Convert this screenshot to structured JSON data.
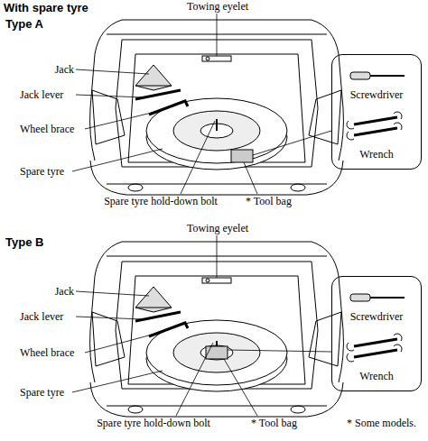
{
  "diagram": {
    "title": "With spare tyre",
    "nodes": [
      {
        "text": [
          "Screwdriver",
          "Wrench"
        ]
      },
      {
        "text": [
          "Screwdriver",
          "Wrench"
        ]
      }
    ],
    "edges": [],
    "labels": [
      "Type A",
      "Towing eyelet",
      "Jack",
      "Jack lever",
      "Wheel brace",
      "Spare tyre",
      "Spare tyre hold-down bolt",
      "* Tool bag",
      "Type B",
      "Towing eyelet",
      "Jack",
      "Jack lever",
      "Wheel brace",
      "Spare tyre",
      "Spare tyre hold-down bolt",
      "* Tool bag",
      "* Some models."
    ]
  }
}
